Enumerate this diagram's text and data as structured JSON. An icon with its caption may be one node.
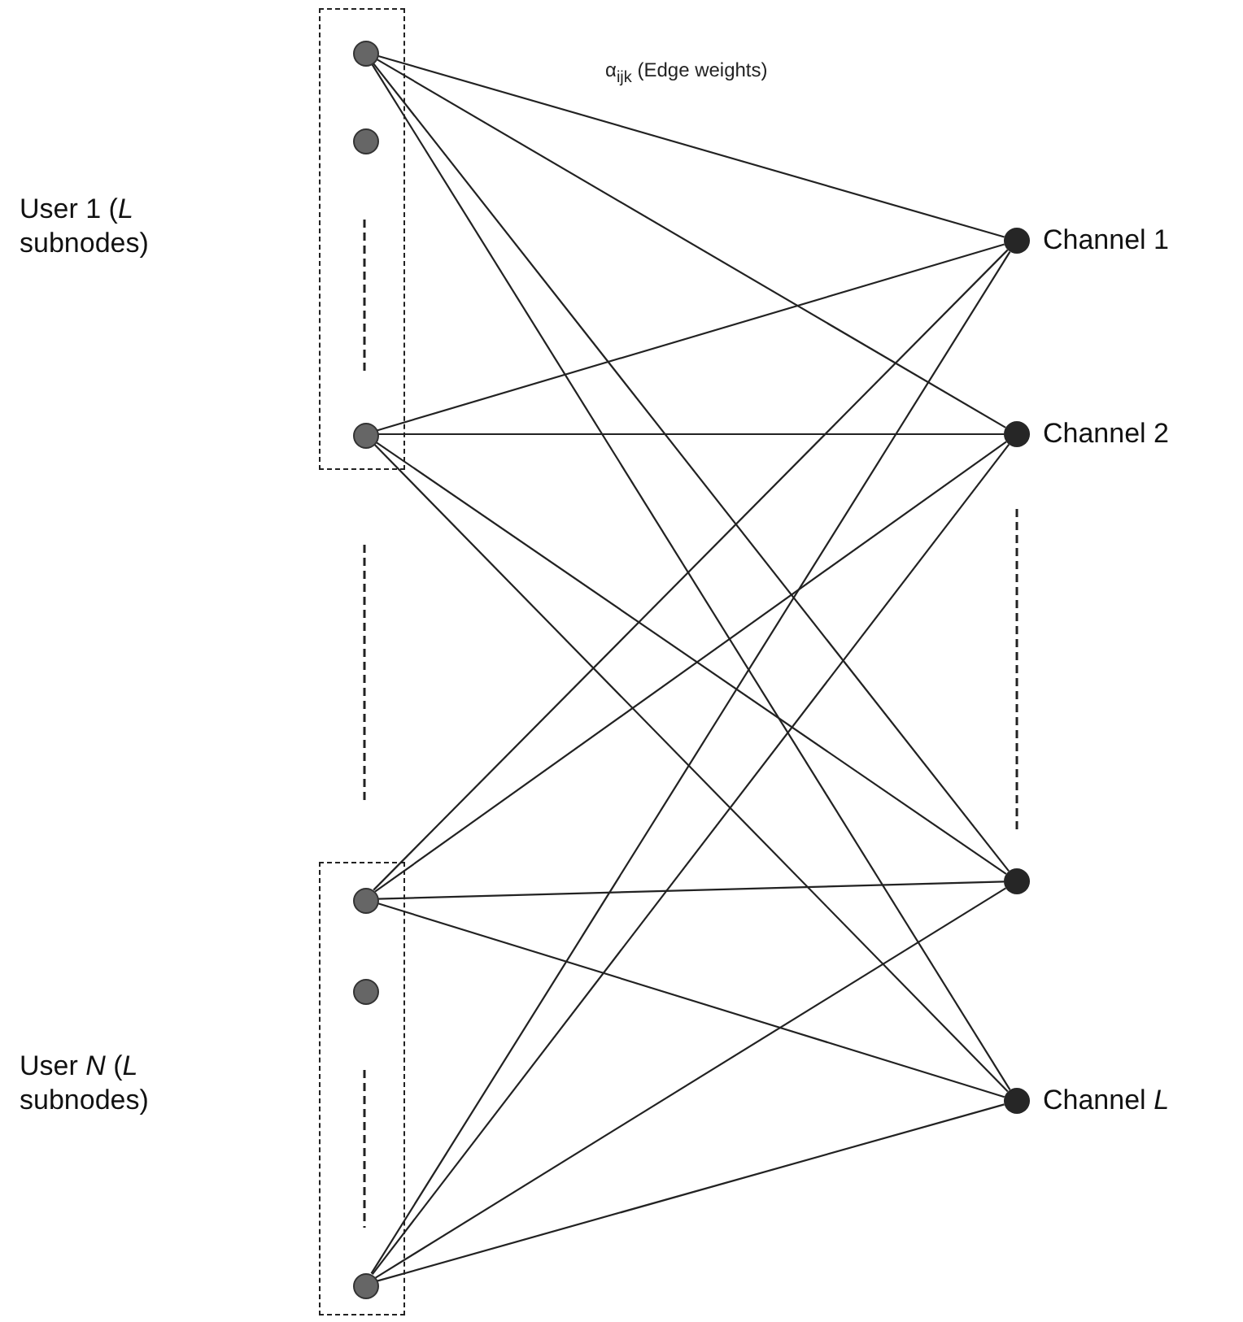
{
  "diagram": {
    "nodes": [
      {
        "text": [],
        "shape": "box"
      },
      {
        "text": [],
        "shape": "circle",
        "in": 0
      },
      {
        "text": [],
        "shape": "circle",
        "in": 0
      },
      {
        "text": [],
        "shape": "circle",
        "in": 0
      },
      {
        "text": [],
        "shape": "box"
      },
      {
        "text": [],
        "shape": "circle",
        "in": 4
      },
      {
        "text": [],
        "shape": "circle",
        "in": 4
      },
      {
        "text": [],
        "shape": "circle",
        "in": 4
      },
      {
        "text": [
          "Channel 1"
        ]
      },
      {
        "text": [
          "Channel 2"
        ]
      },
      {
        "text": [],
        "shape": "circle"
      },
      {
        "text": [
          "Channel *L*"
        ]
      }
    ],
    "edges": [
      {
        "from": 1,
        "to": 8,
        "arrow": "none"
      },
      {
        "from": 1,
        "to": 9,
        "arrow": "none"
      },
      {
        "from": 1,
        "to": 10,
        "arrow": "none"
      },
      {
        "from": 1,
        "to": 11,
        "arrow": "none"
      },
      {
        "from": 3,
        "to": 8,
        "arrow": "none"
      },
      {
        "from": 3,
        "to": 9,
        "arrow": "none"
      },
      {
        "from": 3,
        "to": 10,
        "arrow": "none"
      },
      {
        "from": 3,
        "to": 11,
        "arrow": "none"
      },
      {
        "from": 5,
        "to": 8,
        "arrow": "none"
      },
      {
        "from": 5,
        "to": 9,
        "arrow": "none"
      },
      {
        "from": 5,
        "to": 10,
        "arrow": "none"
      },
      {
        "from": 5,
        "to": 11,
        "arrow": "none"
      },
      {
        "from": 7,
        "to": 8,
        "arrow": "none"
      },
      {
        "from": 7,
        "to": 9,
        "arrow": "none"
      },
      {
        "from": 7,
        "to": 10,
        "arrow": "none"
      },
      {
        "from": 7,
        "to": 11,
        "arrow": "none"
      }
    ],
    "labels": [
      "α$_{ijk}$ (Edge weights)",
      "User 1 (*L* subnodes)",
      "User *N* (*L* subnodes)"
    ]
  }
}
